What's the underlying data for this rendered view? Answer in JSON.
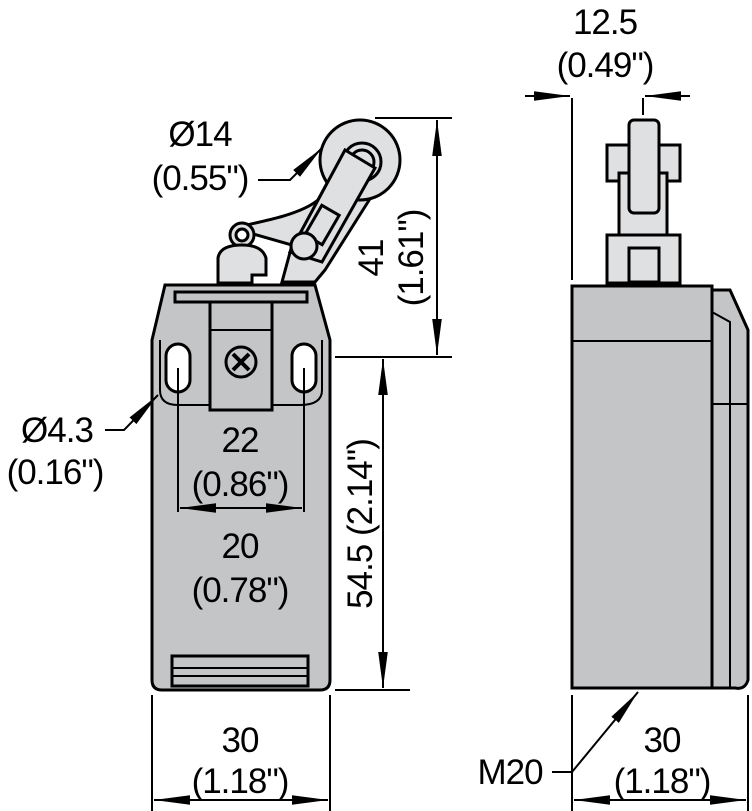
{
  "dimensions": {
    "roller_diameter": {
      "value": "Ø14",
      "inch": "(0.55\")"
    },
    "lever_height": {
      "value": "41",
      "inch": "(1.61\")"
    },
    "mount_hole": {
      "value": "Ø4.3",
      "inch": "(0.16\")"
    },
    "hole_spacing_outer": {
      "value": "22",
      "inch": "(0.86\")"
    },
    "hole_spacing_inner": {
      "value": "20",
      "inch": "(0.78\")"
    },
    "body_height": {
      "value": "54.5 (2.14\")"
    },
    "body_width_front": {
      "value": "30",
      "inch": "(1.18\")"
    },
    "side_top_width": {
      "value": "12.5",
      "inch": "(0.49\")"
    },
    "body_width_side": {
      "value": "30",
      "inch": "(1.18\")"
    },
    "conduit_thread": {
      "value": "M20"
    }
  },
  "colors": {
    "body": "#c4c5c7",
    "actuator": "#dfe0e2"
  }
}
